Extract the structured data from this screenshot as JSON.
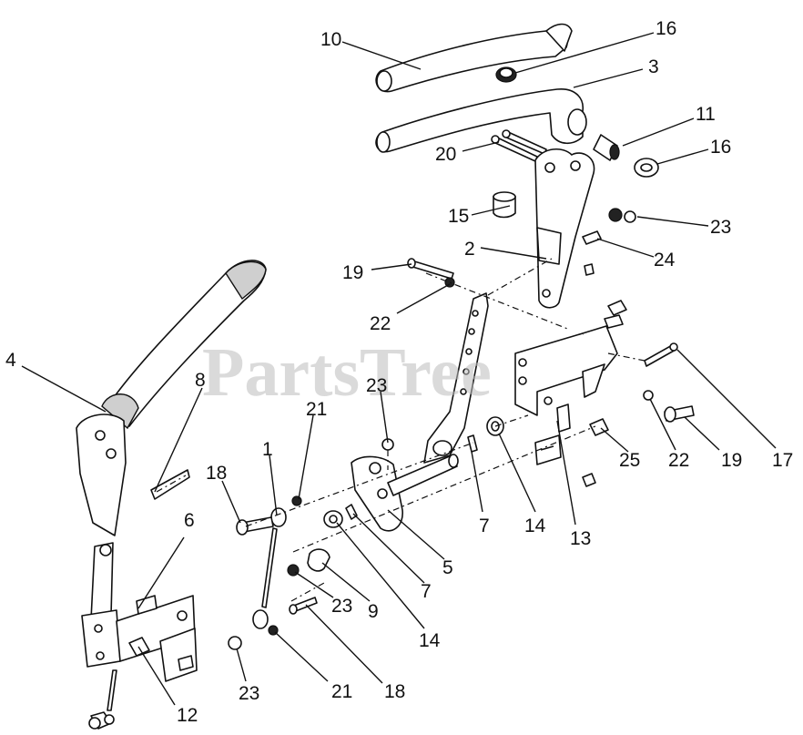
{
  "watermark": "PartsTree",
  "callouts": [
    "10",
    "16",
    "3",
    "11",
    "16",
    "20",
    "15",
    "23",
    "2",
    "24",
    "19",
    "22",
    "4",
    "8",
    "23",
    "21",
    "1",
    "18",
    "6",
    "7",
    "14",
    "13",
    "25",
    "22",
    "19",
    "17",
    "5",
    "7",
    "23",
    "9",
    "14",
    "21",
    "18",
    "23",
    "12"
  ]
}
